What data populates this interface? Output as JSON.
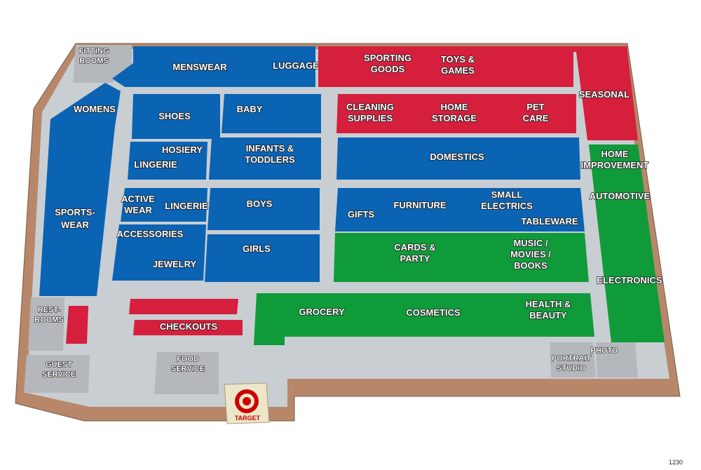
{
  "colors": {
    "blue": "#0a63b3",
    "red": "#d51f3c",
    "green": "#0f9b3a",
    "aisle": "#c9ced3",
    "wall": "#b8876a",
    "gray_room": "#b4b8bc",
    "sign_bg": "#ede6c9",
    "logo_red": "#cc0000"
  },
  "departments": {
    "fitting_rooms": [
      "FITTING",
      "ROOMS"
    ],
    "menswear": "MENSWEAR",
    "luggage": "LUGGAGE",
    "sporting_goods": [
      "SPORTING",
      "GOODS"
    ],
    "toys_games": [
      "TOYS &",
      "GAMES"
    ],
    "seasonal": "SEASONAL",
    "womens": "WOMENS",
    "shoes": "SHOES",
    "baby": "BABY",
    "cleaning_supplies": [
      "CLEANING",
      "SUPPLIES"
    ],
    "home_storage": [
      "HOME",
      "STORAGE"
    ],
    "pet_care": [
      "PET",
      "CARE"
    ],
    "hosiery": "HOSIERY",
    "lingerie_upper": "LINGERIE",
    "infants_toddlers": [
      "INFANTS &",
      "TODDLERS"
    ],
    "domestics": "DOMESTICS",
    "home_improvement": [
      "HOME",
      "IMPROVEMENT"
    ],
    "automotive": "AUTOMOTIVE",
    "active_wear": [
      "ACTIVE",
      "WEAR"
    ],
    "lingerie_lower": "LINGERIE",
    "boys": "BOYS",
    "gifts": "GIFTS",
    "furniture": "FURNITURE",
    "small_electrics": [
      "SMALL",
      "ELECTRICS"
    ],
    "tableware": "TABLEWARE",
    "sportswear": [
      "SPORTS-",
      "WEAR"
    ],
    "accessories": "ACCESSORIES",
    "girls": "GIRLS",
    "cards_party": [
      "CARDS &",
      "PARTY"
    ],
    "music_movies_books": [
      "MUSIC /",
      "MOVIES /",
      "BOOKS"
    ],
    "jewelry": "JEWELRY",
    "electronics": "ELECTRONICS",
    "restrooms": [
      "REST-",
      "ROOMS"
    ],
    "checkouts": "CHECKOUTS",
    "grocery": "GROCERY",
    "cosmetics": "COSMETICS",
    "health_beauty": [
      "HEALTH &",
      "BEAUTY"
    ],
    "photo": "PHOTO",
    "portrait_studio": [
      "PORTRAIT",
      "STUDIO"
    ],
    "guest_service": [
      "GUEST",
      "SERVICE"
    ],
    "food_service": [
      "FOOD",
      "SERVICE"
    ]
  },
  "logo": {
    "text": "TARGET"
  },
  "page_number": "1230"
}
